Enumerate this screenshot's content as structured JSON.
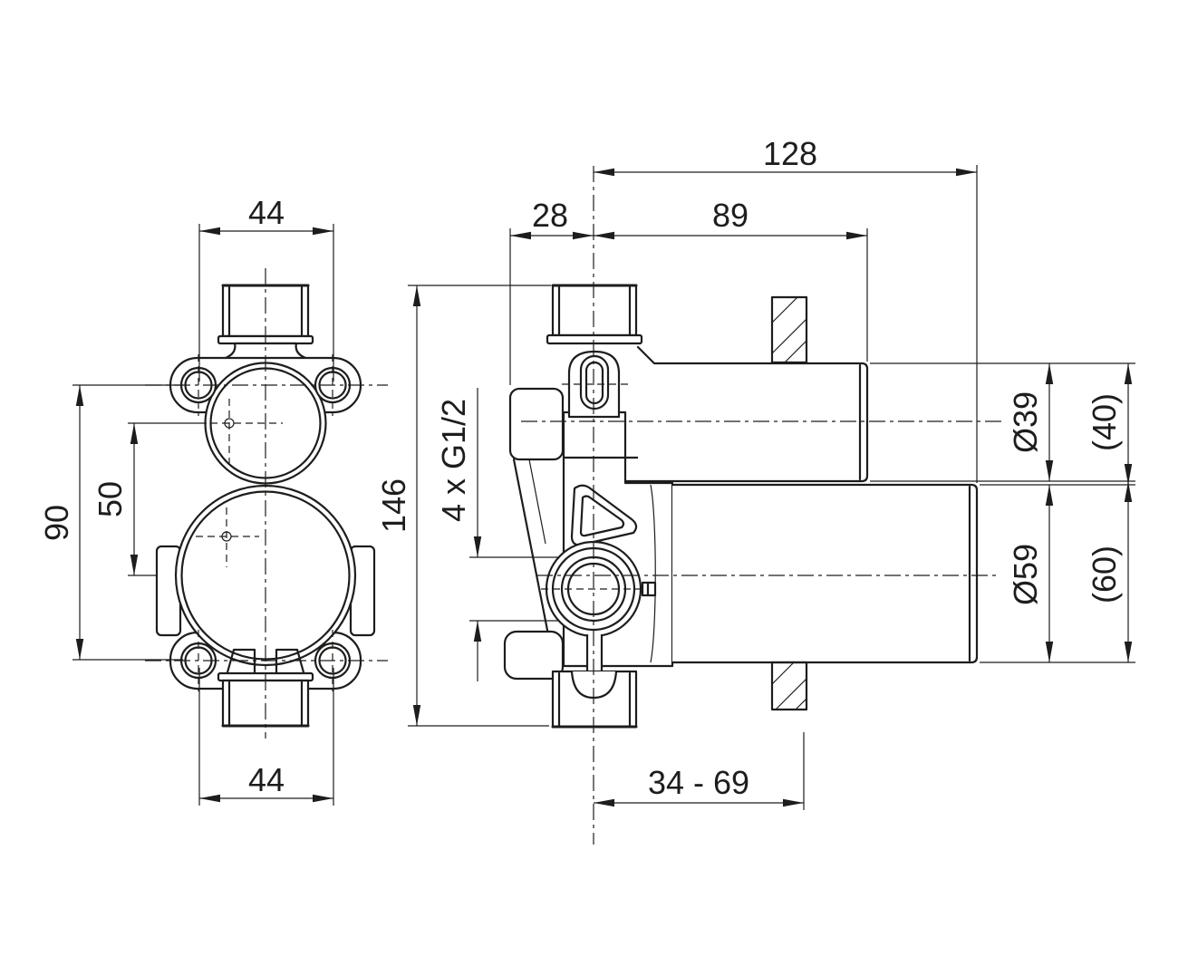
{
  "document": {
    "type": "technical-drawing",
    "subject": "concealed-mixer-valve-body-two-views"
  },
  "colors": {
    "background": "#ffffff",
    "line": "#1d1d1b"
  },
  "dims": {
    "front_width_top": "44",
    "front_mount_spacing": "90",
    "front_port_offset": "50",
    "front_width_bottom": "44",
    "side_depth_total": "128",
    "side_depth_wall": "28",
    "side_depth_cartridge": "89",
    "side_height": "146",
    "side_threads": "4 x G1/2",
    "side_dia_upper": "Ø39",
    "side_dia_upper_ref": "(40)",
    "side_dia_lower": "Ø59",
    "side_dia_lower_ref": "(60)",
    "side_install_range": "34 - 69"
  }
}
